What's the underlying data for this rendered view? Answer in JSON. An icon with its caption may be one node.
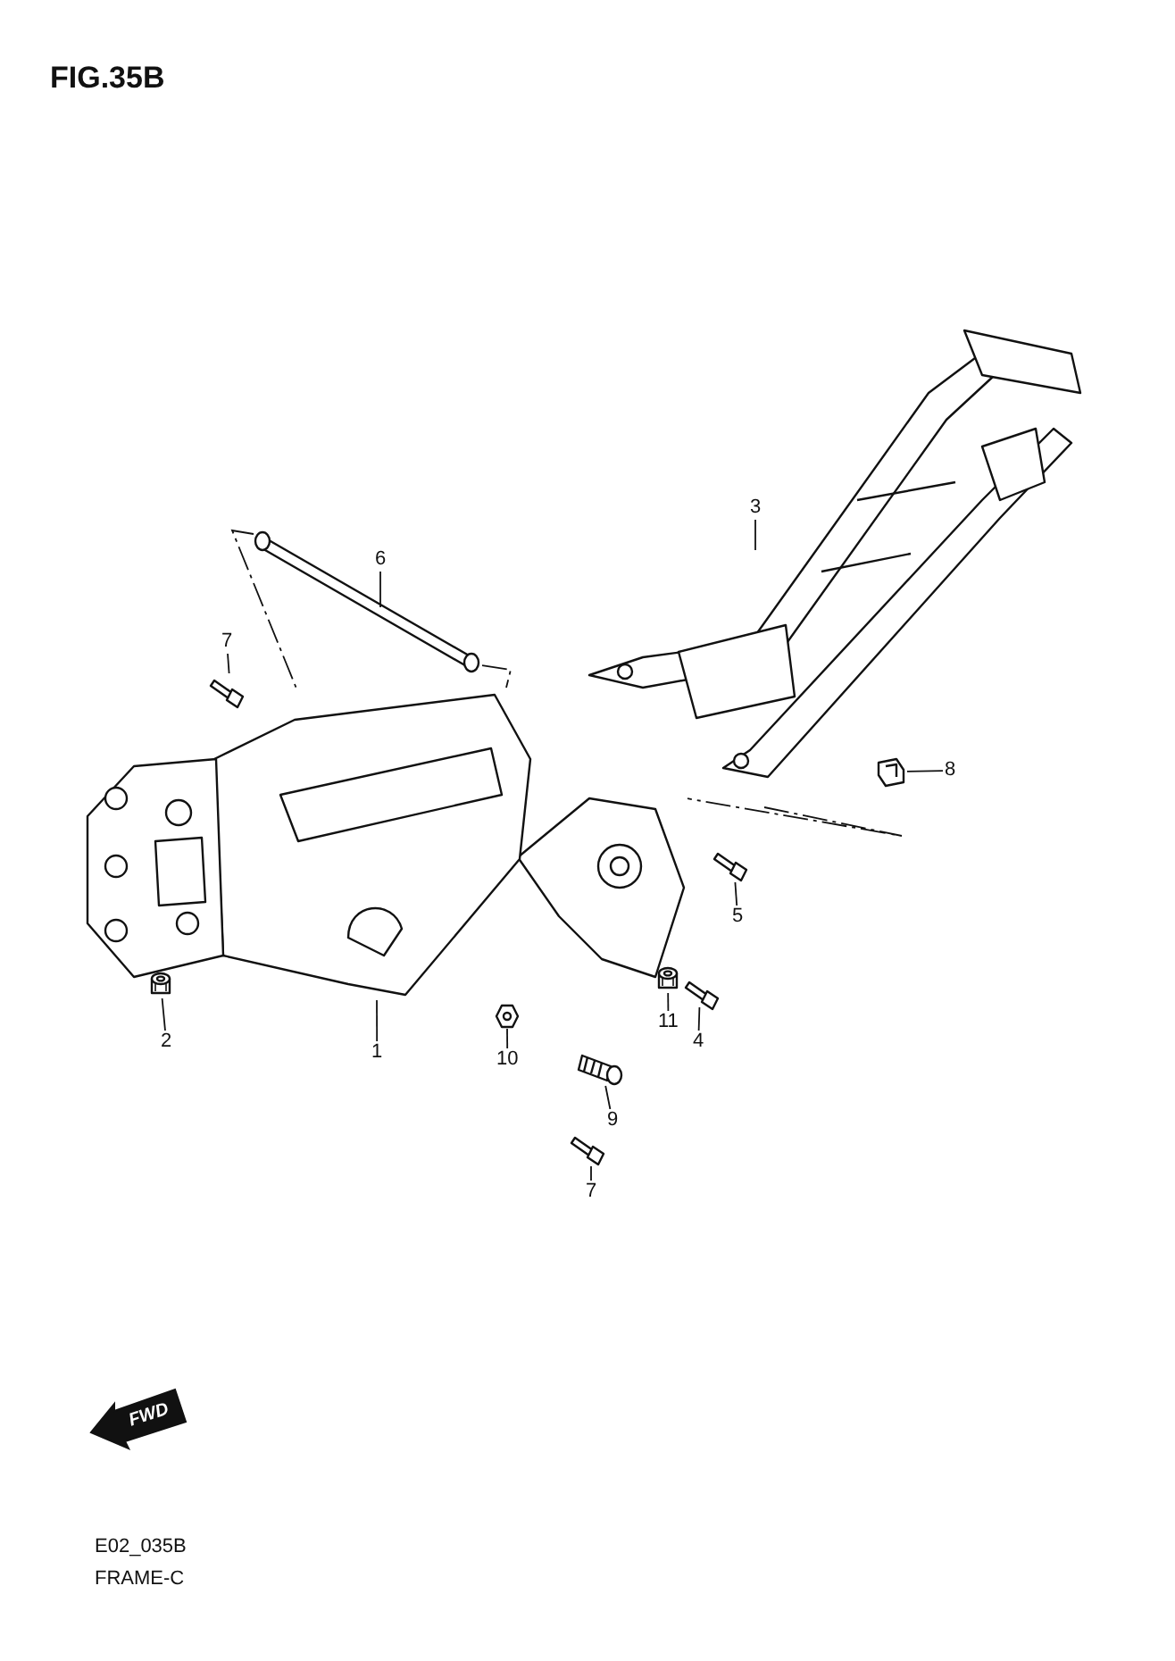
{
  "diagram": {
    "title": "FIG.35B",
    "nodes": [
      {
        "text": [
          "1"
        ]
      },
      {
        "text": [
          "2"
        ]
      },
      {
        "text": [
          "3"
        ]
      },
      {
        "text": [
          "4"
        ]
      },
      {
        "text": [
          "5"
        ]
      },
      {
        "text": [
          "6"
        ]
      },
      {
        "text": [
          "7"
        ]
      },
      {
        "text": [
          "8"
        ]
      },
      {
        "text": [
          "9"
        ]
      },
      {
        "text": [
          "10"
        ]
      },
      {
        "text": [
          "11"
        ]
      },
      {
        "text": [
          "7"
        ]
      },
      {
        "text": [],
        "shape": "picture"
      },
      {
        "text": [],
        "shape": "picture"
      },
      {
        "text": [],
        "shape": "picture"
      },
      {
        "text": [],
        "shape": "picture"
      },
      {
        "text": [],
        "shape": "picture"
      },
      {
        "text": [],
        "shape": "picture"
      },
      {
        "text": [],
        "shape": "picture"
      },
      {
        "text": [],
        "shape": "picture"
      },
      {
        "text": [],
        "shape": "picture"
      },
      {
        "text": [],
        "shape": "picture"
      },
      {
        "text": [],
        "shape": "picture"
      },
      {
        "text": [],
        "shape": "picture"
      }
    ],
    "edges": [
      {
        "from": 0,
        "to": 12,
        "arrow": "none"
      },
      {
        "from": 1,
        "to": 13,
        "arrow": "none"
      },
      {
        "from": 2,
        "to": 14,
        "arrow": "none"
      },
      {
        "from": 3,
        "to": 15,
        "arrow": "none"
      },
      {
        "from": 4,
        "to": 16,
        "arrow": "none"
      },
      {
        "from": 5,
        "to": 17,
        "arrow": "none"
      },
      {
        "from": 6,
        "to": 18,
        "arrow": "none"
      },
      {
        "from": 7,
        "to": 19,
        "arrow": "none"
      },
      {
        "from": 8,
        "to": 20,
        "arrow": "none"
      },
      {
        "from": 9,
        "to": 21,
        "arrow": "none"
      },
      {
        "from": 10,
        "to": 22,
        "arrow": "none"
      },
      {
        "from": 11,
        "to": 23,
        "arrow": "none"
      },
      {
        "from": 17,
        "to": 12,
        "arrow": "none",
        "style": "dashed"
      },
      {
        "from": 17,
        "to": 12,
        "arrow": "none",
        "style": "dashed"
      },
      {
        "from": 14,
        "to": 12,
        "arrow": "none",
        "style": "dashed"
      }
    ],
    "labels": [
      "FWD",
      "E02_035B",
      "FRAME-C"
    ]
  }
}
